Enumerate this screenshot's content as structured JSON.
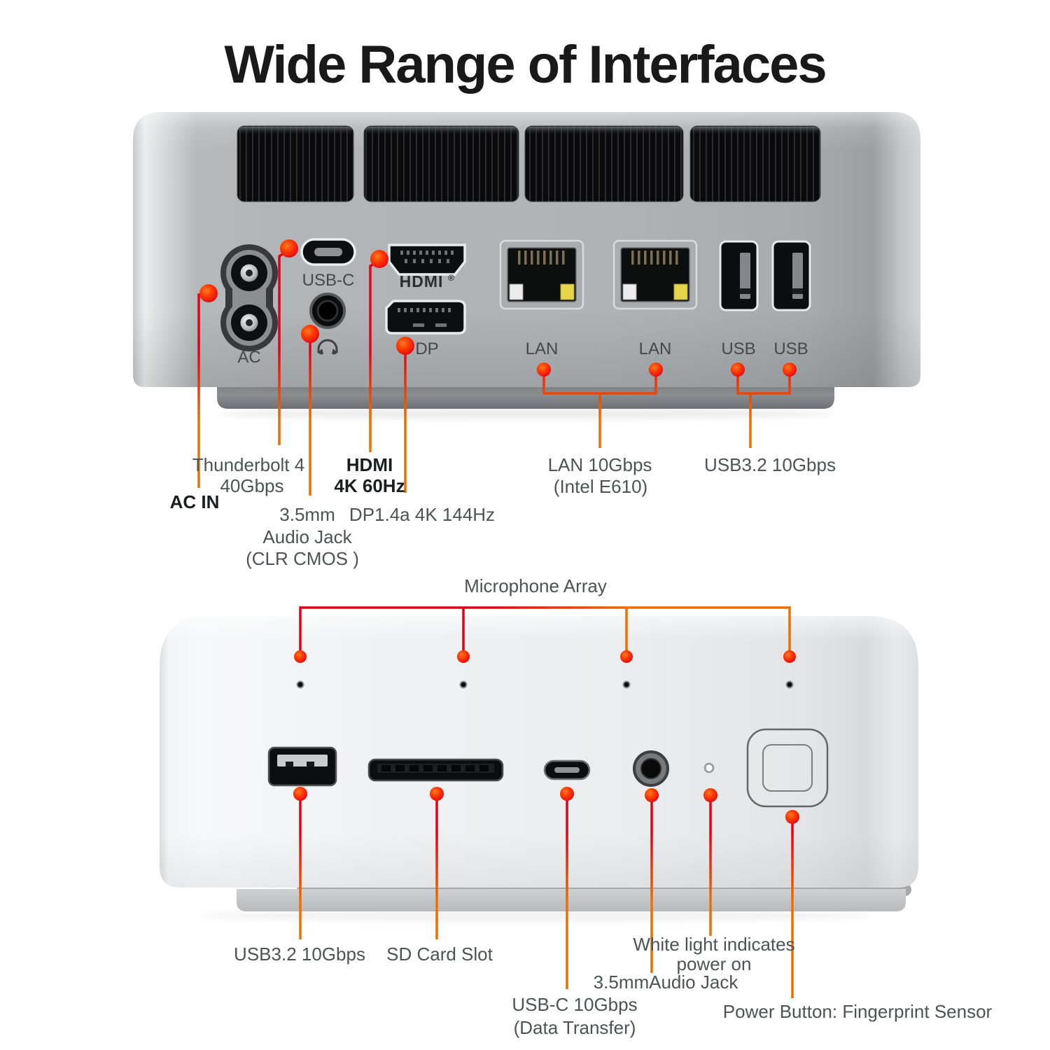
{
  "title": "Wide Range of Interfaces",
  "accent": {
    "line_red": "#e60015",
    "line_orange": "#ee6f00",
    "dot_color": "#f93000"
  },
  "back_view": {
    "port_labels": {
      "ac": "AC",
      "usb_c": "USB-C",
      "hdmi": "HDMI",
      "hdmi_reg": "®",
      "dp": "DP",
      "lan_left": "LAN",
      "lan_right": "LAN",
      "usb_left": "USB",
      "usb_right": "USB"
    },
    "callouts": {
      "ac_in": "AC IN",
      "thunderbolt_title": "Thunderbolt 4",
      "thunderbolt_spec": "40Gbps",
      "audio_size": "3.5mm",
      "audio_name": "Audio Jack",
      "audio_note": "(CLR CMOS )",
      "hdmi_title": "HDMI",
      "hdmi_spec": "4K 60Hz",
      "dp_spec": "DP1.4a 4K 144Hz",
      "lan_spec": "LAN 10Gbps",
      "lan_chip": "(Intel E610)",
      "usb_spec": "USB3.2 10Gbps"
    }
  },
  "front_view": {
    "mic_label": "Microphone Array",
    "callouts": {
      "usb_spec": "USB3.2 10Gbps",
      "sd_label": "SD Card Slot",
      "usbc_spec": "USB-C 10Gbps",
      "usbc_note": "(Data Transfer)",
      "audio_label": "3.5mmAudio Jack",
      "led_line1": "White light indicates",
      "led_line2": "power on",
      "power_label": "Power Button: Fingerprint Sensor"
    }
  }
}
